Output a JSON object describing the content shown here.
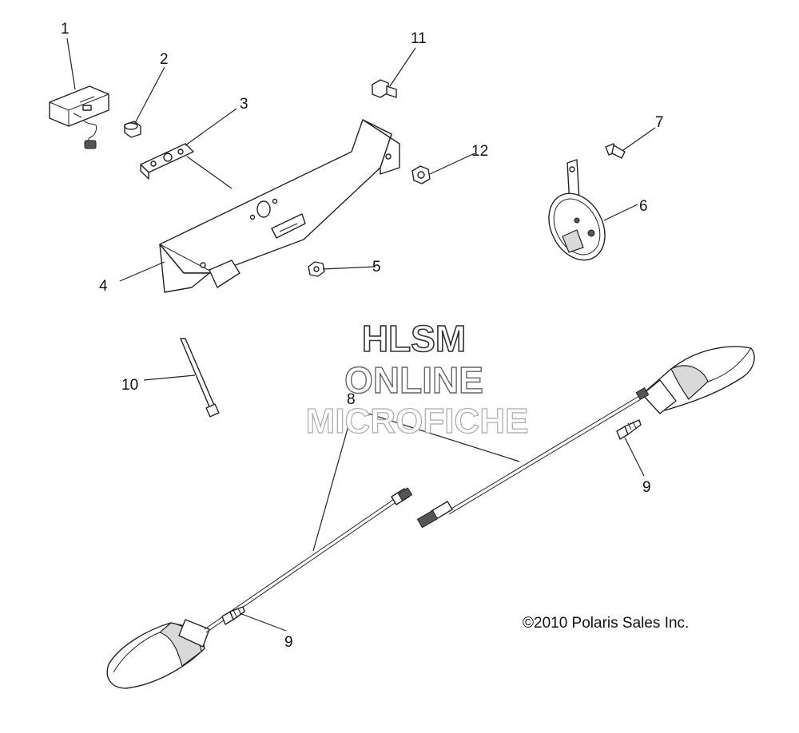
{
  "callouts": [
    {
      "id": "1",
      "label": "1"
    },
    {
      "id": "2",
      "label": "2"
    },
    {
      "id": "3",
      "label": "3"
    },
    {
      "id": "4",
      "label": "4"
    },
    {
      "id": "5",
      "label": "5"
    },
    {
      "id": "6",
      "label": "6"
    },
    {
      "id": "7",
      "label": "7"
    },
    {
      "id": "8",
      "label": "8"
    },
    {
      "id": "9a",
      "label": "9"
    },
    {
      "id": "9b",
      "label": "9"
    },
    {
      "id": "10",
      "label": "10"
    },
    {
      "id": "11",
      "label": "11"
    },
    {
      "id": "12",
      "label": "12"
    }
  ],
  "watermark": {
    "line1": "HLSM",
    "line2": "ONLINE",
    "line3": "MICROFICHE"
  },
  "copyright": "©2010 Polaris Sales Inc."
}
